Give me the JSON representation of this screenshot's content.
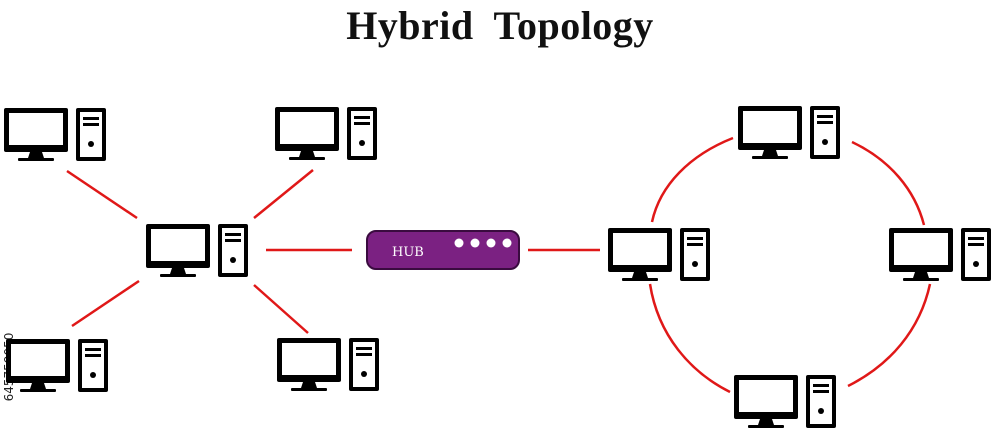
{
  "title": "Hybrid Topology",
  "hub": {
    "label": "HUB",
    "led_count": 4,
    "color": "#7b2182"
  },
  "colors": {
    "link": "#e01818",
    "device": "#000000",
    "hub_fill": "#7b2182",
    "hub_text": "#ffffff"
  },
  "watermark_id": "645759050",
  "nodes": [
    {
      "name": "star-left-computer-top-left",
      "icon": "desktop-computer-icon"
    },
    {
      "name": "star-left-computer-top-right",
      "icon": "desktop-computer-icon"
    },
    {
      "name": "star-center-computer",
      "icon": "desktop-computer-icon"
    },
    {
      "name": "star-left-computer-bottom-left",
      "icon": "desktop-computer-icon"
    },
    {
      "name": "star-left-computer-bottom-right",
      "icon": "desktop-computer-icon"
    },
    {
      "name": "ring-computer-left",
      "icon": "desktop-computer-icon"
    },
    {
      "name": "ring-computer-top",
      "icon": "desktop-computer-icon"
    },
    {
      "name": "ring-computer-right",
      "icon": "desktop-computer-icon"
    },
    {
      "name": "ring-computer-bottom",
      "icon": "desktop-computer-icon"
    }
  ]
}
